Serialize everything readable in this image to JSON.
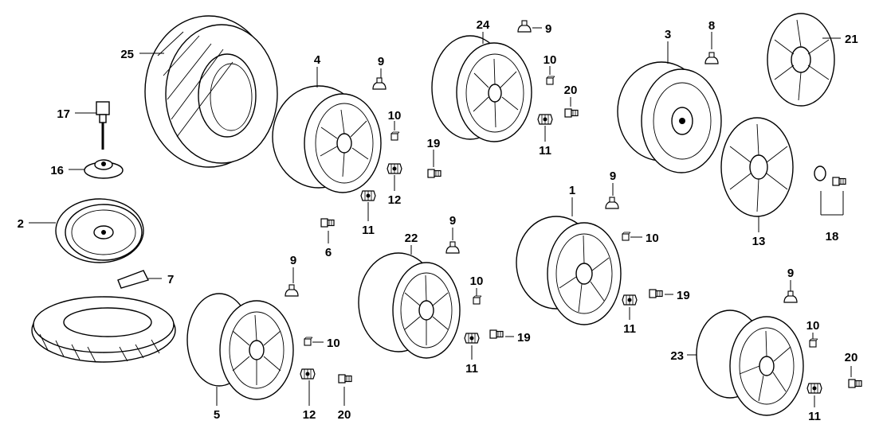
{
  "diagram": {
    "callouts": {
      "c25": "25",
      "c17": "17",
      "c16": "16",
      "c2": "2",
      "c7": "7",
      "c4": "4",
      "c9a": "9",
      "c10a": "10",
      "c19a": "19",
      "c12a": "12",
      "c11a": "11",
      "c6": "6",
      "c24": "24",
      "c9b": "9",
      "c10b": "10",
      "c20a": "20",
      "c11b": "11",
      "c3": "3",
      "c8": "8",
      "c21": "21",
      "c13": "13",
      "c18": "18",
      "c9c": "9",
      "c1": "1",
      "c10c": "10",
      "c19b": "19",
      "c11c": "11",
      "c9d": "9",
      "c22": "22",
      "c10d": "10",
      "c19c": "19",
      "c11d": "11",
      "c9e": "9",
      "c5": "5",
      "c10e": "10",
      "c12b": "12",
      "c20b": "20",
      "c9f": "9",
      "c23": "23",
      "c10f": "10",
      "c20c": "20",
      "c11e": "11"
    }
  }
}
